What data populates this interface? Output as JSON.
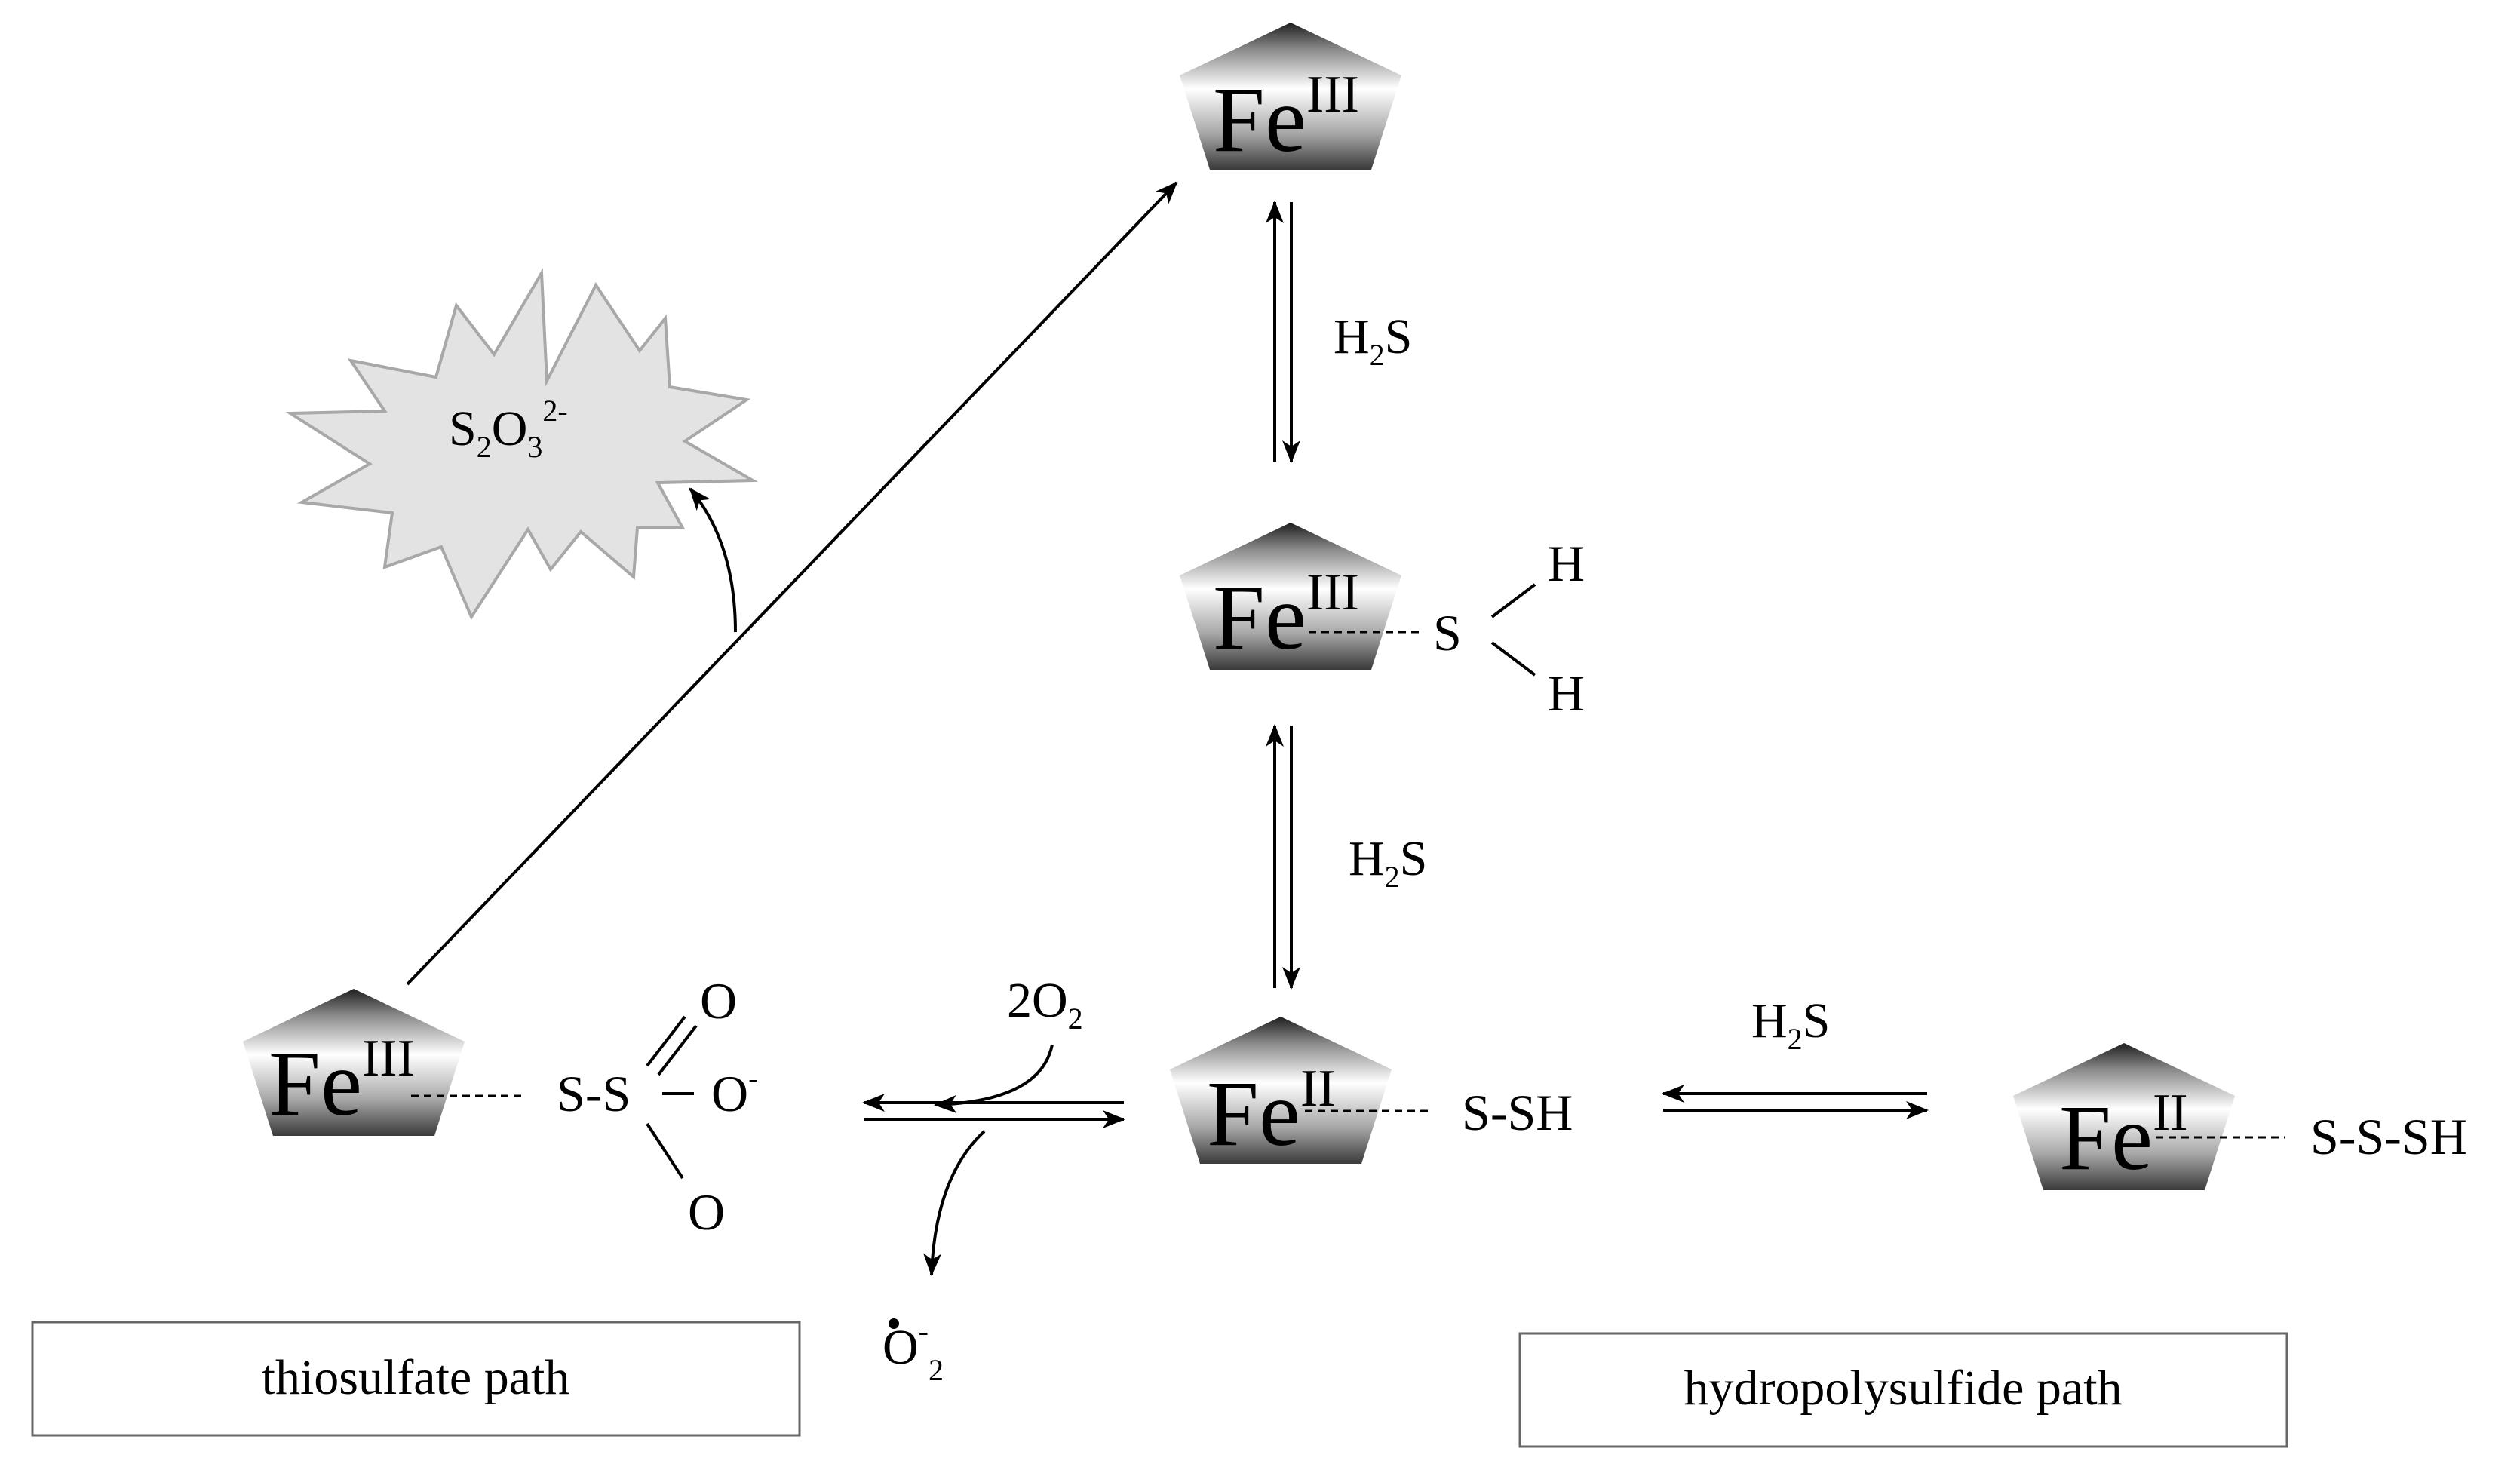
{
  "colors": {
    "pentagon_light": "#ffffff",
    "pentagon_dark": "#3a3a3a",
    "starburst_fill": "#e3e3e3",
    "starburst_stroke": "#a8a8a8",
    "line": "#000000"
  },
  "fe_iii": {
    "element": "Fe",
    "ox": "III"
  },
  "fe_ii": {
    "element": "Fe",
    "ox": "II"
  },
  "h2s": {
    "h": "H",
    "sub": "2",
    "s": "S"
  },
  "o2": {
    "coef": "2O",
    "sub": "2"
  },
  "h": "H",
  "s": "S",
  "superoxide": {
    "o": "O",
    "charge": "-",
    "sub": "2"
  },
  "thiosulfate_ion": {
    "s": "S",
    "s_sub": "2",
    "o": "O",
    "o_sub": "3",
    "charge": "2-"
  },
  "thiosulfate_group": {
    "ss": "S-S",
    "o_top": "O",
    "o_right": "O",
    "o_charge": "-",
    "o_bottom": "O"
  },
  "persulfide": "S-SH",
  "polysulfide": "S-S-SH",
  "paths": {
    "thiosulfate": "thiosulfate path",
    "hydropolysulfide": "hydropolysulfide path"
  }
}
